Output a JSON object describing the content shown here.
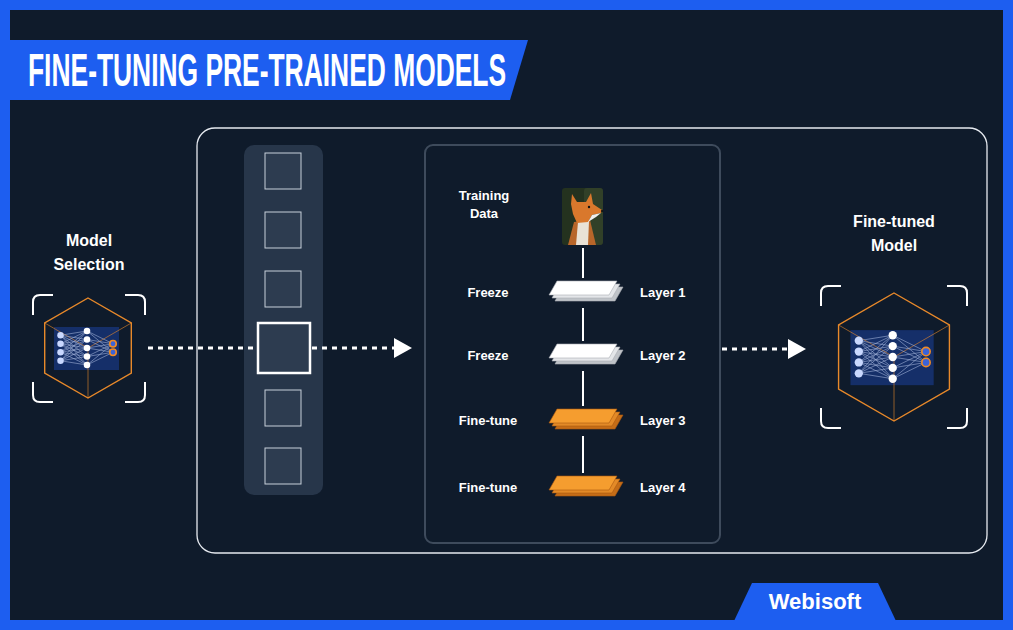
{
  "diagram": {
    "title": "FINE-TUNING PRE-TRAINED MODELS",
    "nodes": [
      {
        "text": [
          "Model Selection"
        ]
      },
      {
        "text": [
          "Training Data"
        ]
      },
      {
        "text": [
          "Freeze",
          "Layer 1"
        ]
      },
      {
        "text": [
          "Freeze",
          "Layer 2"
        ]
      },
      {
        "text": [
          "Fine-tune",
          "Layer 3"
        ]
      },
      {
        "text": [
          "Fine-tune",
          "Layer 4"
        ]
      },
      {
        "text": [
          "Fine-tuned Model"
        ]
      }
    ],
    "edges": [
      {
        "from": 1,
        "to": 2,
        "arrow": "none"
      },
      {
        "from": 2,
        "to": 3,
        "arrow": "none"
      },
      {
        "from": 3,
        "to": 4,
        "arrow": "none"
      },
      {
        "from": 4,
        "to": 5,
        "arrow": "none"
      }
    ],
    "labels": [
      "Webisoft"
    ]
  }
}
